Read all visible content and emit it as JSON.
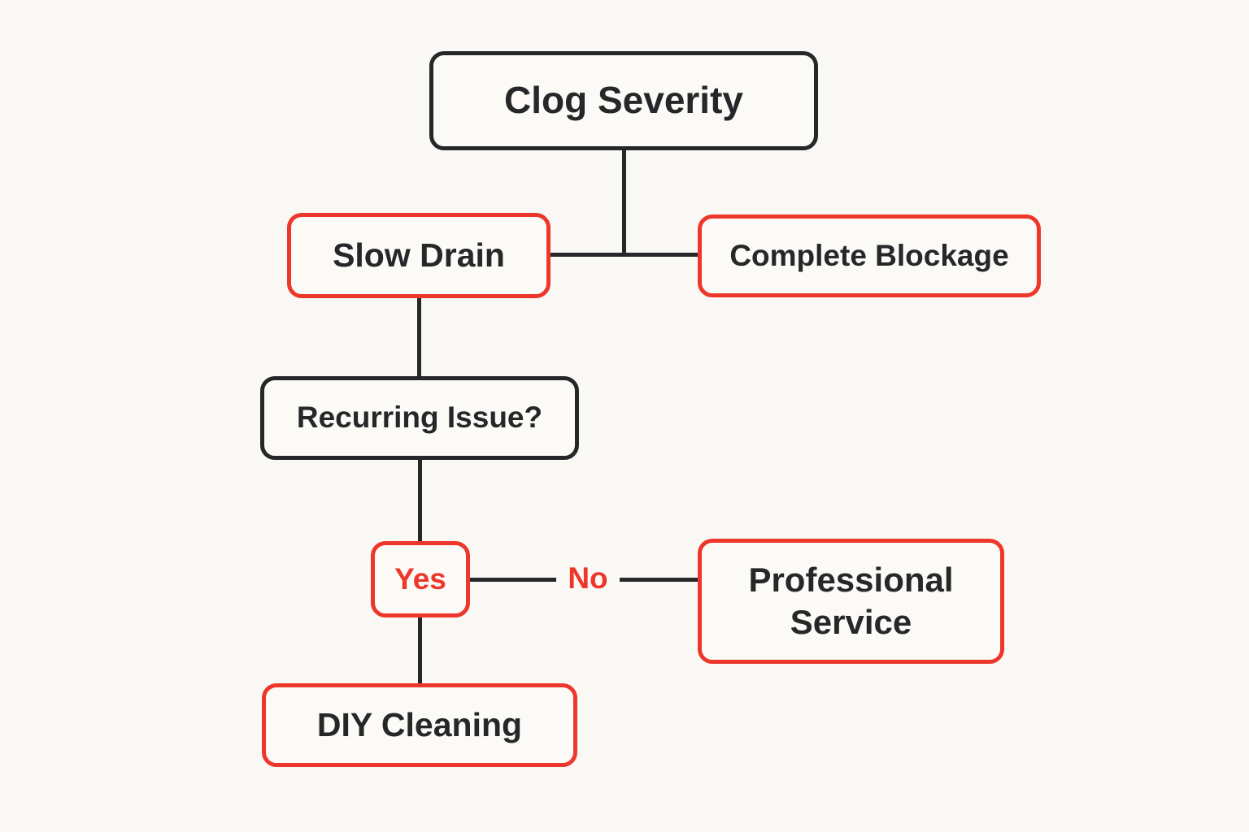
{
  "colors": {
    "background": "#f9f8f4",
    "line": "#27272a",
    "accent_red": "#ee372b",
    "text_dark": "#27272a"
  },
  "diagram": {
    "type": "flowchart",
    "root": "Clog Severity",
    "nodes": {
      "clog_severity": {
        "label": "Clog Severity",
        "border": "black"
      },
      "slow_drain": {
        "label": "Slow Drain",
        "border": "red"
      },
      "complete_blockage": {
        "label": "Complete Blockage",
        "border": "red"
      },
      "recurring_issue": {
        "label": "Recurring Issue?",
        "border": "black"
      },
      "yes": {
        "label": "Yes",
        "border": "red",
        "text_color": "red"
      },
      "professional_service": {
        "label": "Professional Service",
        "border": "red"
      },
      "diy_cleaning": {
        "label": "DIY Cleaning",
        "border": "red"
      }
    },
    "edge_labels": {
      "no": {
        "label": "No",
        "color": "red"
      }
    },
    "edges": [
      {
        "from": "clog_severity",
        "to": "slow_drain"
      },
      {
        "from": "clog_severity",
        "to": "complete_blockage"
      },
      {
        "from": "slow_drain",
        "to": "recurring_issue"
      },
      {
        "from": "recurring_issue",
        "to": "yes"
      },
      {
        "from": "yes",
        "to": "professional_service",
        "label": "No"
      },
      {
        "from": "yes",
        "to": "diy_cleaning"
      }
    ]
  }
}
